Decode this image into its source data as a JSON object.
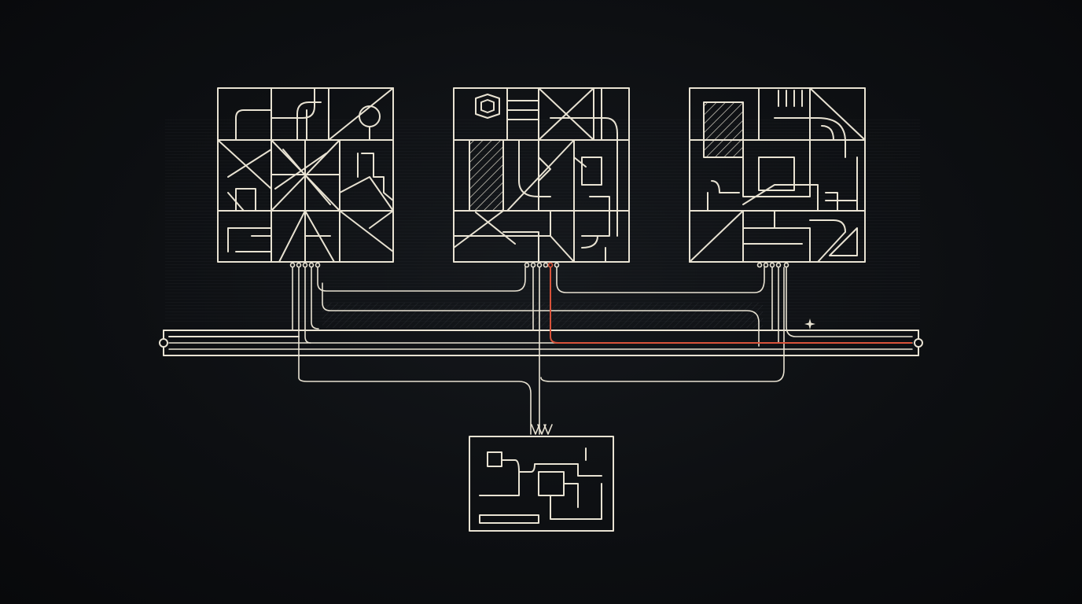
{
  "diagram": {
    "line_color": "#e8e2d2",
    "accent_color": "#d9533a",
    "background_color": "#0b0d10",
    "modules": [
      {
        "name": "module-left"
      },
      {
        "name": "module-center"
      },
      {
        "name": "module-right"
      }
    ],
    "output": {
      "name": "output-block"
    },
    "bus": {
      "name": "horizontal-bus",
      "highlighted_wire": "red-signal-wire"
    },
    "marker_icon": "sparkle-icon"
  }
}
